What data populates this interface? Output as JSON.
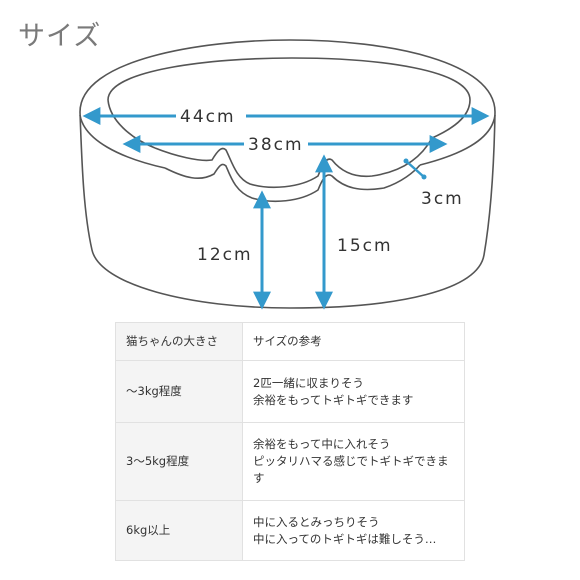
{
  "title": "サイズ",
  "diagram": {
    "outer_width": "44cm",
    "inner_width": "38cm",
    "rim_thickness": "3cm",
    "low_height": "12cm",
    "high_height": "15cm",
    "arrow_color": "#3399cc",
    "line_color": "#555555"
  },
  "table": {
    "header": {
      "col1": "猫ちゃんの大きさ",
      "col2": "サイズの参考"
    },
    "rows": [
      {
        "size": "〜3kg程度",
        "lines": [
          "2匹一緒に収まりそう",
          "余裕をもってトギトギできます"
        ]
      },
      {
        "size": "3〜5kg程度",
        "lines": [
          "余裕をもって中に入れそう",
          "ピッタリハマる感じでトギトギできま",
          "す"
        ]
      },
      {
        "size": "6kg以上",
        "lines": [
          "中に入るとみっちりそう",
          "中に入ってのトギトギは難しそう…"
        ]
      }
    ]
  }
}
